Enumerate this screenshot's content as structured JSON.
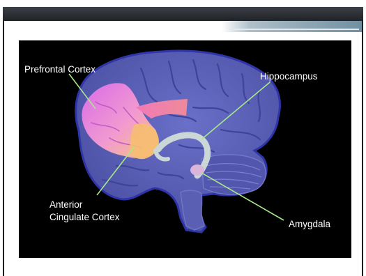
{
  "diagram": {
    "labels": {
      "prefrontal_cortex": "Prefrontal Cortex",
      "hippocampus": "Hippocampus",
      "anterior_line1": "Anterior",
      "anterior_line2": "Cingulate Cortex",
      "amygdala": "Amygdala"
    },
    "colors": {
      "background": "#000000",
      "brain": "#5a5fb4",
      "prefrontal": "#e27ce0",
      "anterior_cingulate": "#f7c07a",
      "hippocampus": "#cbd7d6",
      "amygdala": "#d9b4db",
      "leader_line": "#a6e88a"
    }
  }
}
